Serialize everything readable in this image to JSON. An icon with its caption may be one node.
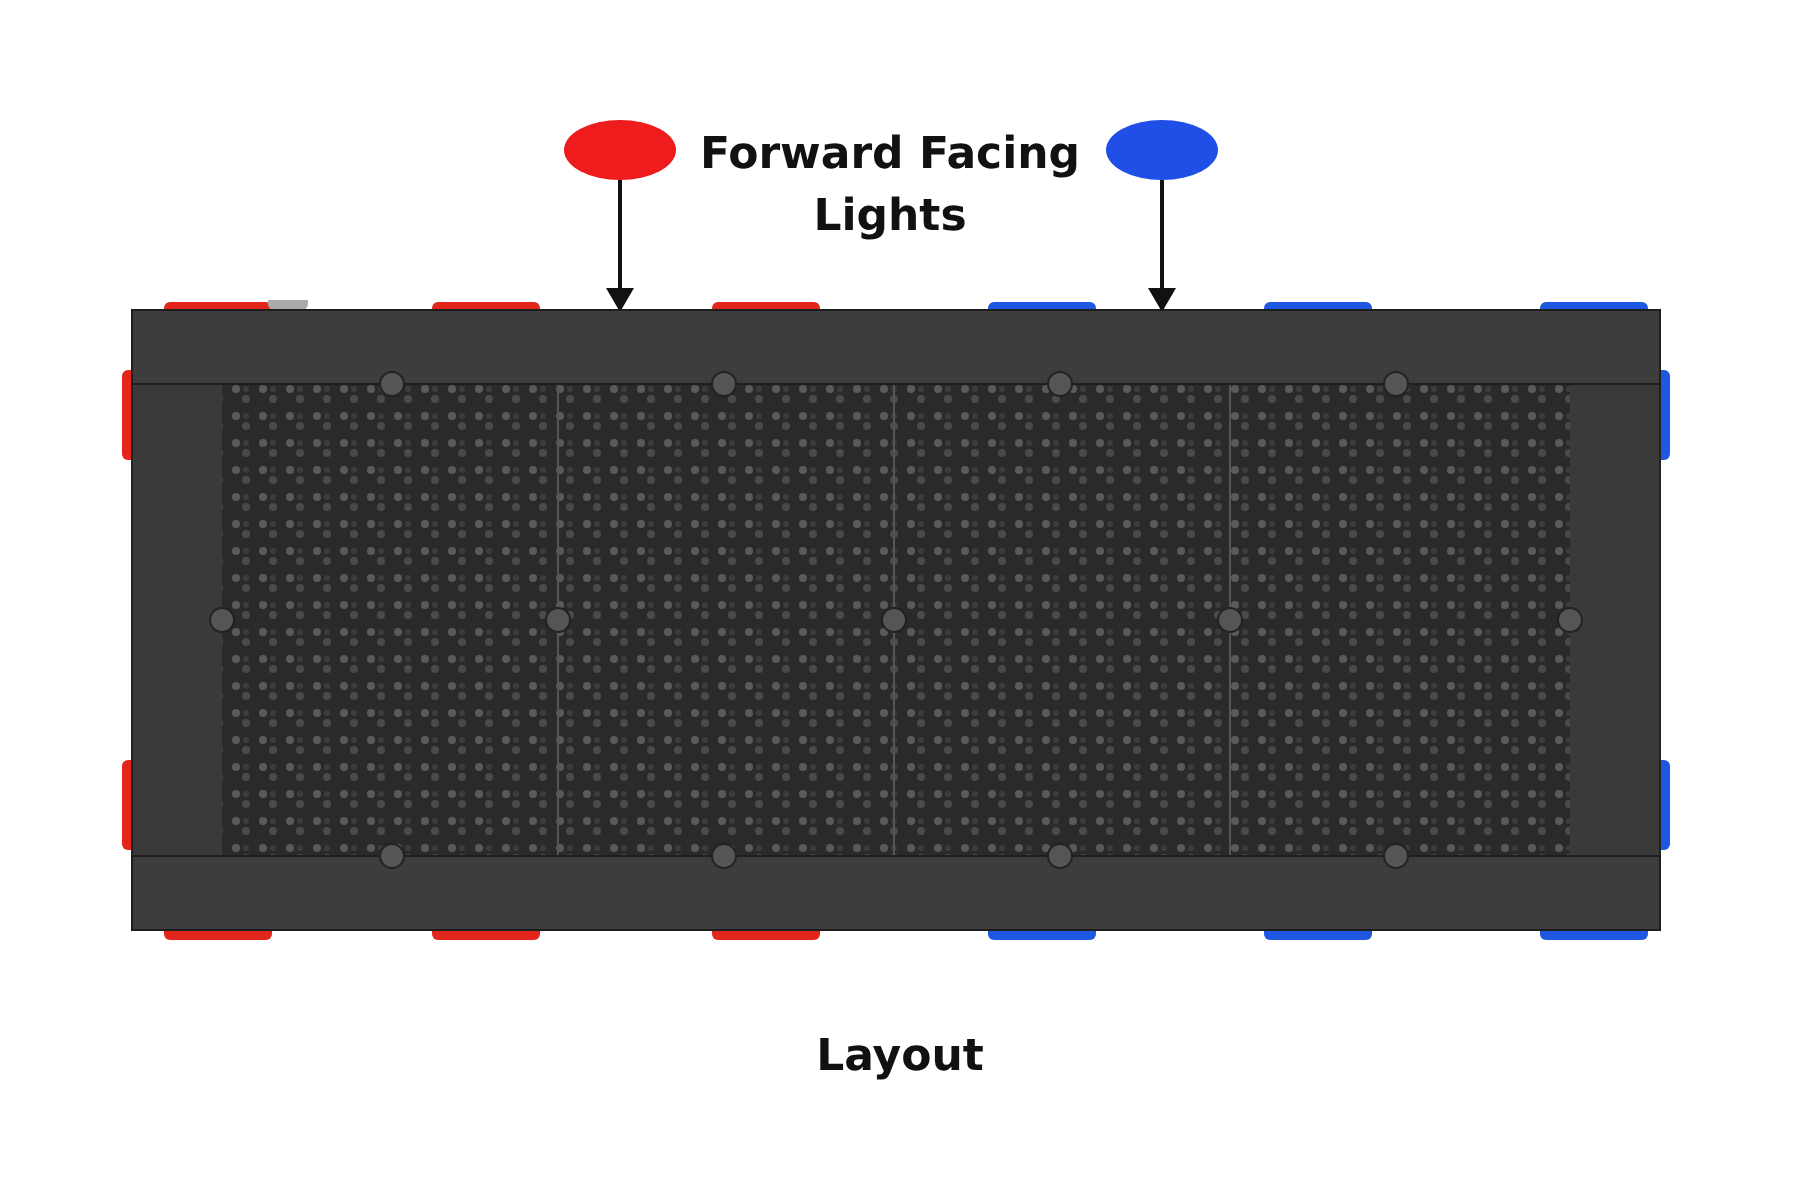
{
  "diagram": {
    "caption": "Layout",
    "nodes": [
      {
        "text": [],
        "shape": "circle"
      },
      {
        "text": [],
        "shape": "circle"
      },
      {
        "text": [],
        "shape": "picture"
      }
    ],
    "edges": [
      {
        "from": 0,
        "to": 2,
        "arrow": "to"
      },
      {
        "from": 1,
        "to": 2,
        "arrow": "to"
      }
    ],
    "labels": [
      "Forward Facing Lights"
    ]
  }
}
